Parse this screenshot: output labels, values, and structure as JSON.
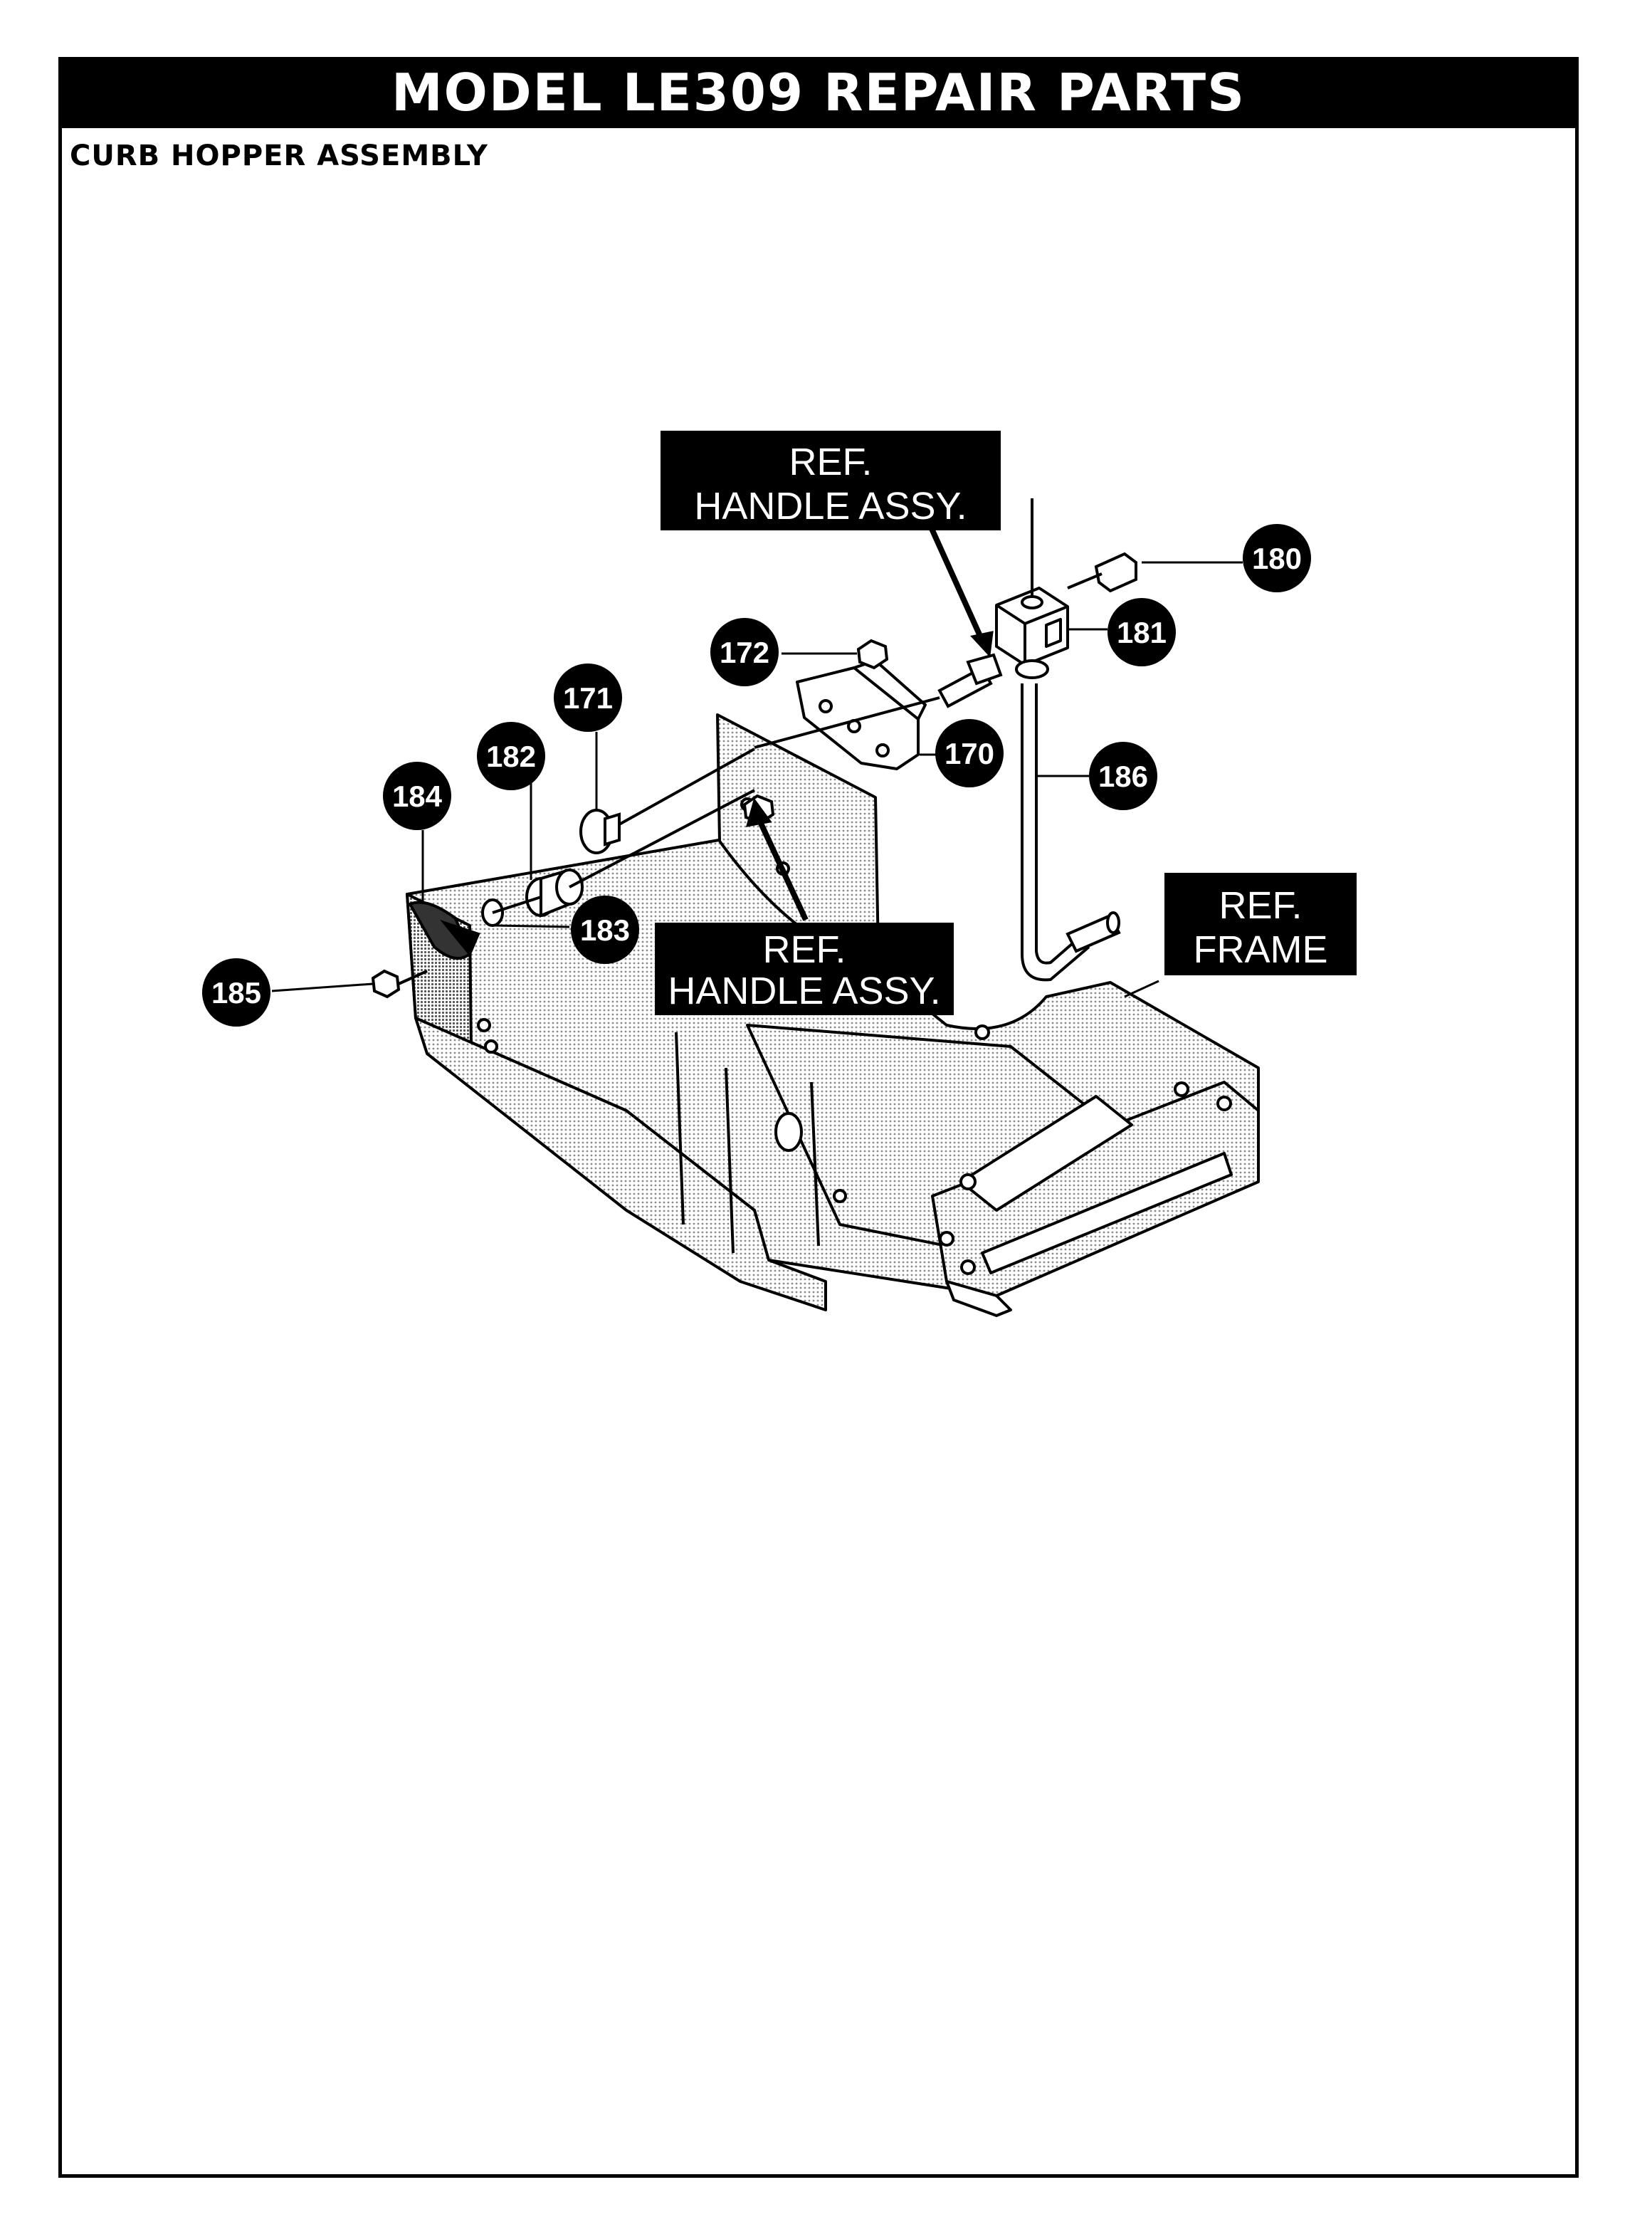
{
  "header": {
    "title": "MODEL LE309 REPAIR PARTS",
    "section": "CURB HOPPER ASSEMBLY"
  },
  "ref_labels": {
    "handle_top": {
      "line1": "REF.",
      "line2": "HANDLE ASSY."
    },
    "handle_mid": {
      "line1": "REF.",
      "line2": "HANDLE ASSY."
    },
    "frame": {
      "line1": "REF.",
      "line2": "FRAME"
    }
  },
  "callouts": {
    "c170": "170",
    "c171": "171",
    "c172": "172",
    "c180": "180",
    "c181": "181",
    "c182": "182",
    "c183": "183",
    "c184": "184",
    "c185": "185",
    "c186": "186"
  },
  "colors": {
    "ink": "#000000",
    "paper": "#ffffff",
    "shade": "#c8c8c8"
  }
}
